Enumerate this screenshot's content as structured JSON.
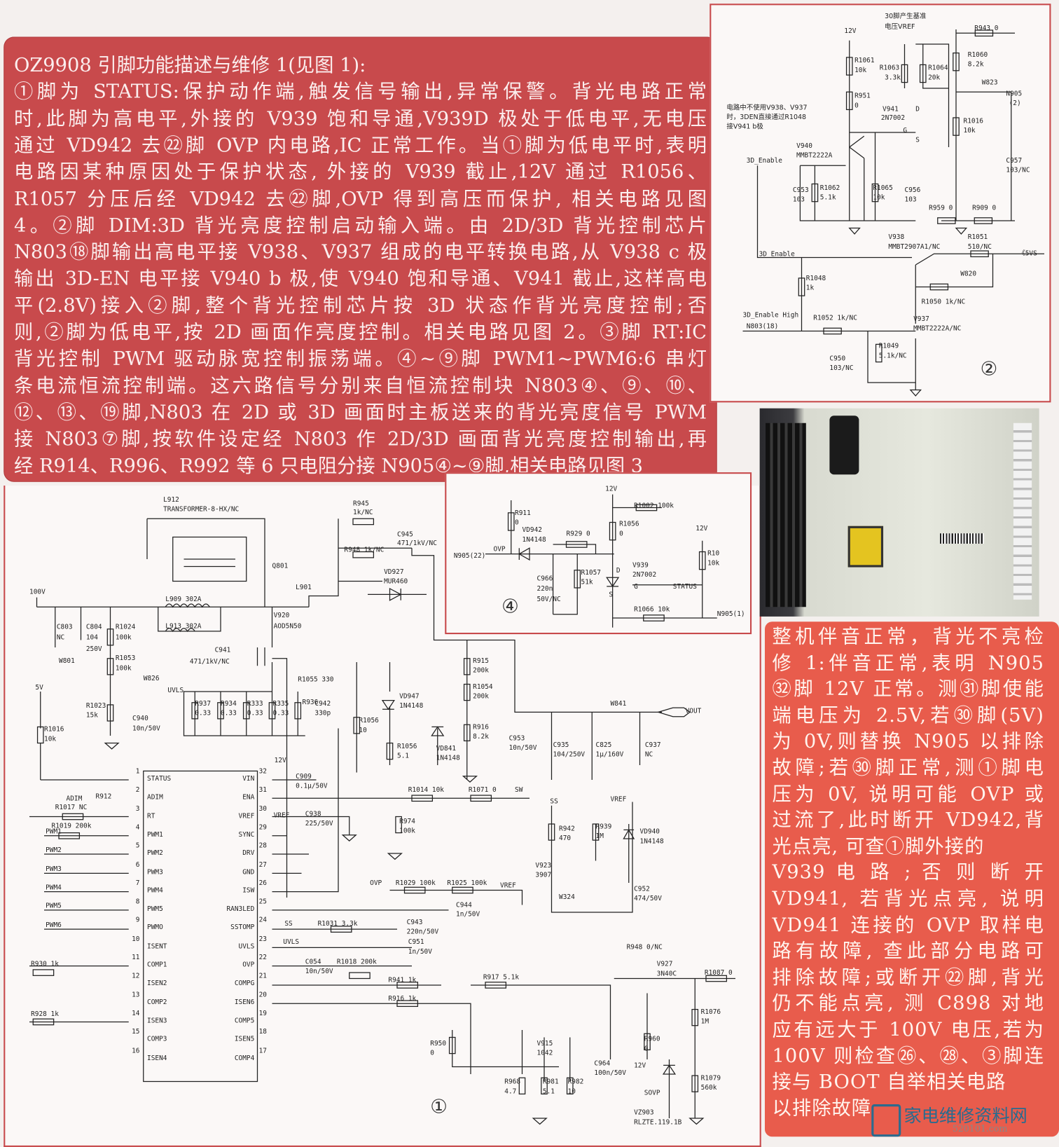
{
  "article": {
    "lines": [
      "OZ9908 引脚功能描述与维修 1(见图 1):",
      "①脚为 STATUS:保护动作端,触发信号输出,异常保警。背光电路正常",
      "时,此脚为高电平,外接的 V939 饱和导通,V939D 极处于低电平,无电压",
      "通过 VD942 去㉒脚 OVP 内电路,IC 正常工作。当①脚为低电平时,表明",
      "电路因某种原因处于保护状态, 外接的 V939 截止,12V 通过 R1056、",
      "R1057 分压后经 VD942 去㉒脚,OVP 得到高压而保护, 相关电路见图",
      "4。②脚 DIM:3D 背光亮度控制启动输入端。由 2D/3D 背光控制芯片",
      "N803⑱脚输出高电平接 V938、V937 组成的电平转换电路,从 V938 c 极",
      "输出 3D-EN 电平接 V940 b 极,使 V940 饱和导通、V941 截止,这样高电",
      "平(2.8V)接入②脚,整个背光控制芯片按 3D 状态作背光亮度控制;否",
      "则,②脚为低电平,按 2D 画面作亮度控制。相关电路见图 2。③脚 RT:IC",
      "背光控制 PWM 驱动脉宽控制振荡端。④~⑨脚 PWM1~PWM6:6 串灯",
      "条电流恒流控制端。这六路信号分别来自恒流控制块 N803④、⑨、⑩、",
      "⑫、⑬、⑲脚,N803 在 2D 或 3D 画面时主板送来的背光亮度信号 PWM",
      "接 N803⑦脚,按软件设定经 N803 作 2D/3D 画面背光亮度控制输出,再",
      "经 R914、R996、R992 等 6 只电阻分接 N905④~⑨脚,相关电路见图 3"
    ]
  },
  "sidebar": {
    "lines": [
      "整机伴音正常，背光不亮检",
      "修 1:伴音正常,表明 N905",
      "㉜脚 12V 正常。测㉛脚使能",
      "端电压为 2.5V,若㉚脚(5V)",
      "为 0V,则替换 N905 以排除",
      "故障;若㉚脚正常,测①脚电",
      "压为 0V, 说明可能 OVP 或",
      "过流了,此时断开 VD942,背",
      "光点亮, 可查①脚外接的",
      "V939 电 路 ; 否 则 断 开",
      "VD941, 若背光点亮, 说明",
      "VD941 连接的 OVP 取样电",
      "路有故障, 查此部分电路可",
      "排除故障;或断开㉒脚,背光",
      "仍不能点亮, 测 C898 对地",
      "应有远大于 100V 电压,若为",
      "100V 则检查㉖、㉘、③脚连",
      "接与 BOOT 自举相关电路",
      "以排除故障"
    ]
  },
  "fig1": {
    "number": "①",
    "ic_left_pins": [
      "STATUS",
      "ADIM",
      "RT",
      "PWM1",
      "PWM2",
      "PWM3",
      "PWM4",
      "PWM5",
      "PWMO",
      "ISENT",
      "COMP1",
      "ISEN2",
      "COMP2",
      "ISEN3",
      "COMP3",
      "ISEN4"
    ],
    "ic_right_pins": [
      "VIN",
      "ENA",
      "VREF",
      "SYNC",
      "DRV",
      "GND",
      "ISW",
      "RAN3LED",
      "SSTOMP",
      "UVLS",
      "OVP",
      "COMPG",
      "ISEN6",
      "COMP5",
      "ISEN5",
      "COMP4"
    ],
    "left_pin_numbers": [
      "1",
      "2",
      "3",
      "4",
      "5",
      "6",
      "7",
      "8",
      "9",
      "10",
      "11",
      "12",
      "13",
      "14",
      "15",
      "16"
    ],
    "right_pin_numbers": [
      "32",
      "31",
      "30",
      "29",
      "28",
      "27",
      "26",
      "25",
      "24",
      "23",
      "22",
      "21",
      "20",
      "19",
      "18",
      "17"
    ],
    "signals": [
      "PWM1",
      "PWM2",
      "PWM3",
      "PWM4",
      "PWM5",
      "PWM6"
    ],
    "labels": [
      "L912",
      "TRANSFORMER-8-HX/NC",
      "R945",
      "1k/NC",
      "C945",
      "471/1kV/NC",
      "R948 1k/NC",
      "VD927",
      "MUR460",
      "Q801",
      "L901",
      "100V",
      "L909 302A",
      "L913 302A",
      "C803",
      "NC",
      "C804",
      "104",
      "250V",
      "R1024",
      "100k",
      "W801",
      "R1053",
      "100k",
      "V920",
      "AOD5N50",
      "C941",
      "471/1kV/NC",
      "W826",
      "UVLS",
      "R1055 330",
      "R937",
      "R934",
      "R333",
      "R335",
      "R936",
      "0.33",
      "0.33",
      "0.33",
      "0.33",
      "C942",
      "330p",
      "VD947",
      "1N4148",
      "R915",
      "200k",
      "R1054",
      "200k",
      "R916",
      "8.2k",
      "C953",
      "10n/50V",
      "VD841",
      "1N4148",
      "R1056",
      "10",
      "R1056",
      "5.1",
      "W841",
      "VOUT",
      "C935",
      "104/250V",
      "C825",
      "1μ/160V",
      "C937",
      "NC",
      "5V",
      "R1023",
      "15k",
      "C940",
      "10n/50V",
      "R1016",
      "10k",
      "12V",
      "C909",
      "0.1μ/50V",
      "VREF",
      "C938",
      "225/50V",
      "R1014 10k",
      "R1071 0",
      "SW",
      "R974",
      "100k",
      "ADIM",
      "R912",
      "R1017 NC",
      "R1019 200k",
      "SS",
      "VREF",
      "R942",
      "470",
      "R939",
      "1M",
      "VD940",
      "1N4148",
      "V923",
      "3907",
      "C952",
      "474/50V",
      "W324",
      "OVP",
      "R1029 100k",
      "R1025 100k",
      "VREF",
      "C944",
      "1n/50V",
      "SS",
      "R1031 3.3k",
      "UVLS",
      "C943",
      "220n/50V",
      "C951",
      "1n/50V",
      "C054",
      "10n/50V",
      "R1018 200k",
      "R941 1k",
      "R917 5.1k",
      "R916 1k",
      "R948 0/NC",
      "V927",
      "3N40C",
      "R1087 0",
      "R930 1k",
      "R928 1k",
      "R1076",
      "1M",
      "R960",
      "0",
      "R950",
      "0",
      "V915",
      "1042",
      "C964",
      "100n/50V",
      "12V",
      "R968",
      "4.7",
      "R981",
      "5.1",
      "R982",
      "10",
      "SOVP",
      "VZ903",
      "RLZTE.119.1B",
      "R1079",
      "560k"
    ]
  },
  "fig2": {
    "number": "②",
    "note_lines": [
      "电路中不使用V938、V937",
      "时，3DEN直接通过R1048",
      "接V941 b极"
    ],
    "vref_note": [
      "30脚产生基准",
      "电压VREF"
    ],
    "labels": [
      "12V",
      "R943 0",
      "R1061",
      "10k",
      "R1063",
      "3.3k",
      "R1064",
      "20k",
      "R1060",
      "8.2k",
      "W823",
      "N905",
      "(2)",
      "R951",
      "0",
      "V941",
      "2N7002",
      "D",
      "G",
      "S",
      "R1016",
      "10k",
      "C957",
      "103/NC",
      "V940",
      "MMBT2222A",
      "3D_Enable",
      "C953",
      "103",
      "R1062",
      "5.1k",
      "R1065",
      "10k",
      "C956",
      "103",
      "R959 0",
      "R909 0",
      "V938",
      "MMBT2907A1/NC",
      "R1051",
      "510/NC",
      "《5VS",
      "3D_Enable",
      "W820",
      "R1048",
      "1k",
      "R1050 1k/NC",
      "3D_Enable High",
      "N803(18)",
      "R1052 1k/NC",
      "V937",
      "MMBT2222A/NC",
      "R1049",
      "5.1k/NC",
      "C950",
      "103/NC"
    ]
  },
  "fig4": {
    "number": "④",
    "labels": [
      "R911",
      "0",
      "12V",
      "R1002 100k",
      "R1056",
      "0",
      "12V",
      "VD942",
      "1N4148",
      "R929 0",
      "N905(22)",
      "OVP",
      "R10",
      "10k",
      "C966",
      "220n",
      "50V/NC",
      "R1057",
      "51k",
      "V939",
      "2N7002",
      "D",
      "G",
      "S",
      "STATUS",
      "R1066 10k",
      "N905(1)"
    ]
  },
  "watermark": {
    "name": "家电维修资料网",
    "url": "520101.com"
  },
  "colors": {
    "article_bg": "#c84a4c",
    "sidebar_bg": "#e85c4c",
    "frame": "#c84a4c"
  }
}
